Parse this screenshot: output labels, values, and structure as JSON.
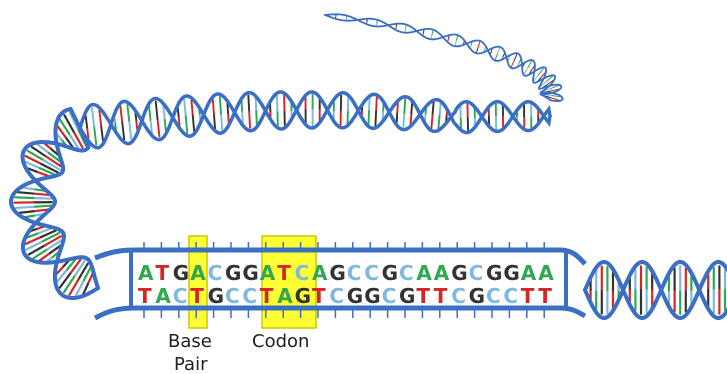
{
  "diagram": {
    "top_strand": "ATGACGGATCAGCCGCAAGCGGAA",
    "bottom_strand": "TACTGCCTAGTCGGCGTTCGCCTT",
    "labels": {
      "base_pair": [
        "Base",
        "Pair"
      ],
      "codon": "Codon"
    },
    "highlight_color": "#ffff33",
    "backbone_color": "#3a6fc4",
    "base_colors": {
      "A": "#2fa84f",
      "T": "#d62728",
      "G": "#333333",
      "C": "#7fb8e0"
    }
  }
}
